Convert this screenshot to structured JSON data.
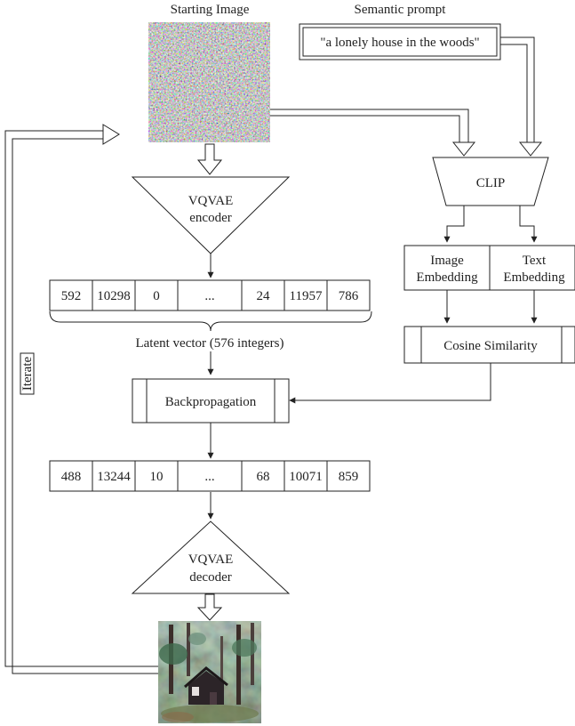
{
  "labels": {
    "starting_image": "Starting Image",
    "semantic_prompt": "Semantic prompt",
    "prompt_text": "\"a lonely house in the woods\"",
    "clip": "CLIP",
    "encoder_line1": "VQVAE",
    "encoder_line2": "encoder",
    "decoder_line1": "VQVAE",
    "decoder_line2": "decoder",
    "image_embedding_line1": "Image",
    "image_embedding_line2": "Embedding",
    "text_embedding_line1": "Text",
    "text_embedding_line2": "Embedding",
    "cosine_similarity": "Cosine Similarity",
    "latent_vector": "Latent vector  (576 integers)",
    "backpropagation": "Backpropagation",
    "iterate": "Iterate"
  },
  "latent_before": [
    "592",
    "10298",
    "0",
    "...",
    "24",
    "11957",
    "786"
  ],
  "latent_after": [
    "488",
    "13244",
    "10",
    "...",
    "68",
    "10071",
    "859"
  ],
  "colors": {
    "stroke": "#222222",
    "background": "#ffffff"
  }
}
